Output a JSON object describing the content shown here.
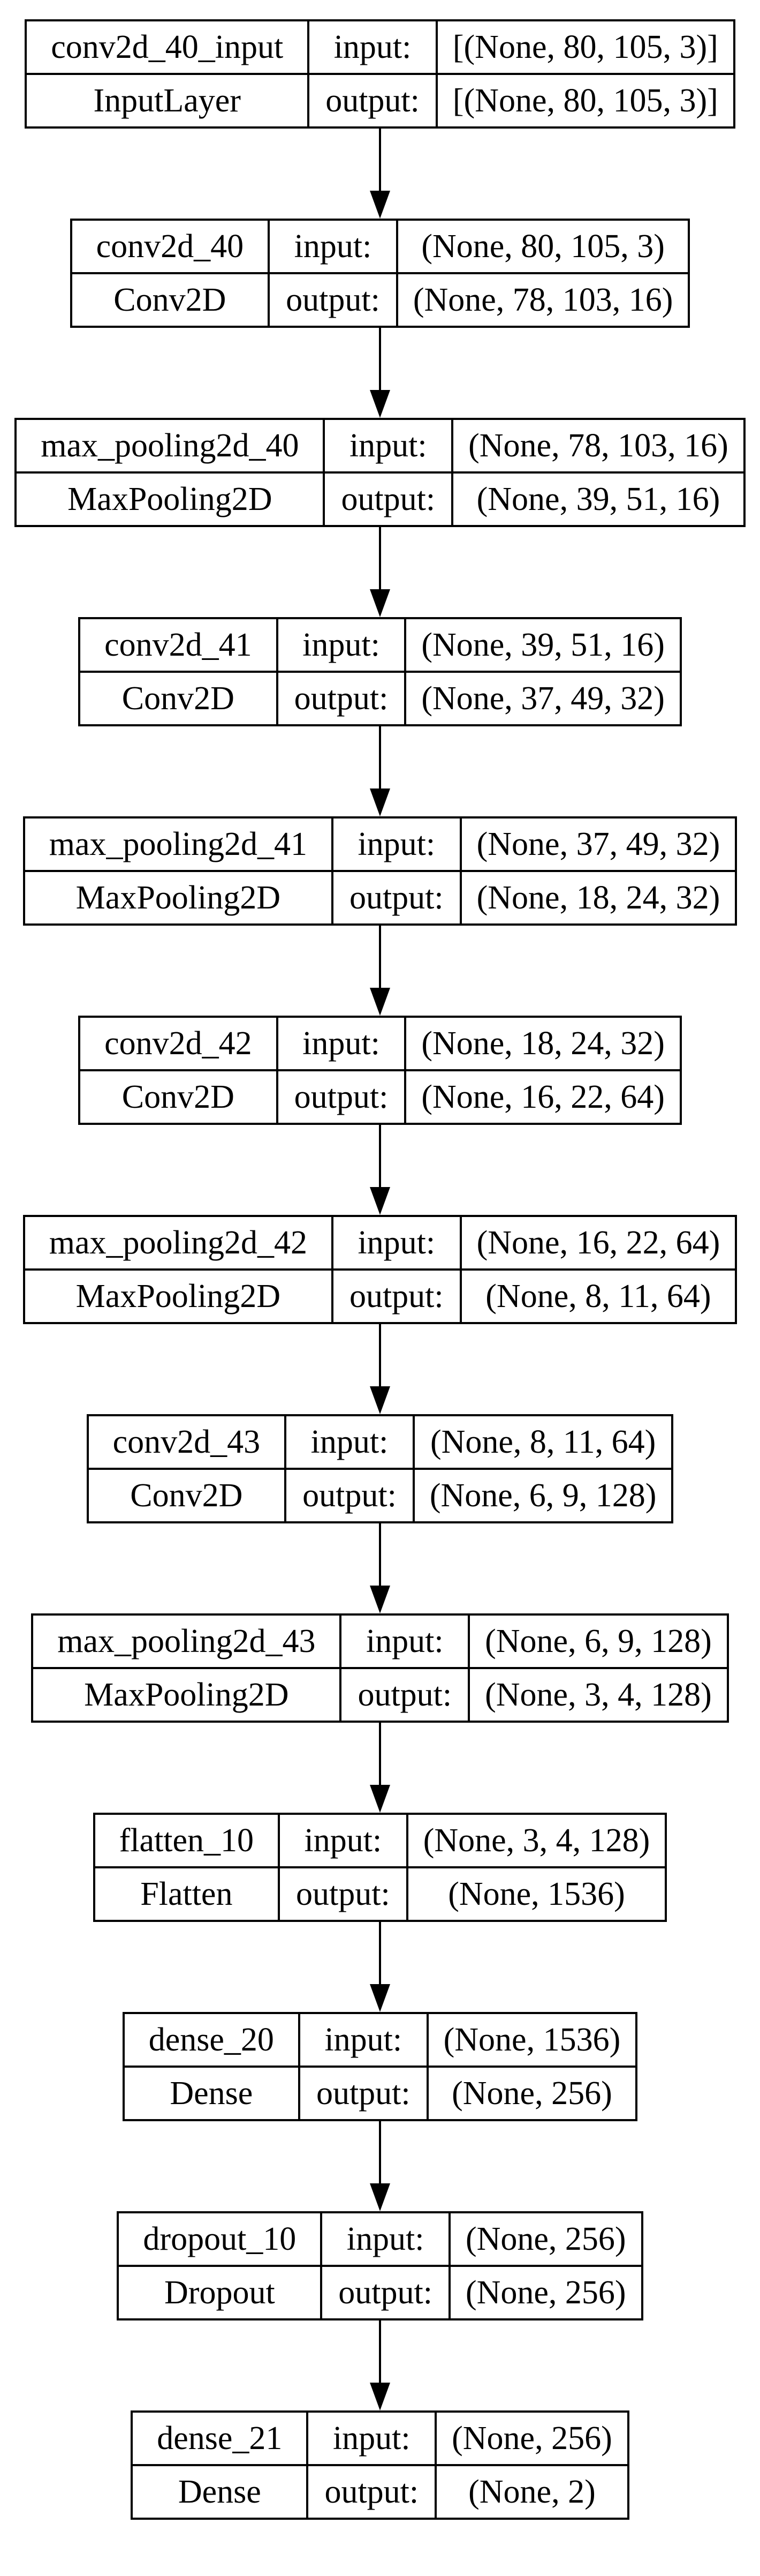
{
  "diagram": {
    "kind": "keras-model-architecture",
    "labels": {
      "input": "input:",
      "output": "output:"
    },
    "colors": {
      "border": "#000000",
      "background": "#ffffff",
      "text": "#000000"
    },
    "layers": [
      {
        "name": "conv2d_40_input",
        "type": "InputLayer",
        "input_shape": "[(None, 80, 105, 3)]",
        "output_shape": "[(None, 80, 105, 3)]"
      },
      {
        "name": "conv2d_40",
        "type": "Conv2D",
        "input_shape": "(None, 80, 105, 3)",
        "output_shape": "(None, 78, 103, 16)"
      },
      {
        "name": "max_pooling2d_40",
        "type": "MaxPooling2D",
        "input_shape": "(None, 78, 103, 16)",
        "output_shape": "(None, 39, 51, 16)"
      },
      {
        "name": "conv2d_41",
        "type": "Conv2D",
        "input_shape": "(None, 39, 51, 16)",
        "output_shape": "(None, 37, 49, 32)"
      },
      {
        "name": "max_pooling2d_41",
        "type": "MaxPooling2D",
        "input_shape": "(None, 37, 49, 32)",
        "output_shape": "(None, 18, 24, 32)"
      },
      {
        "name": "conv2d_42",
        "type": "Conv2D",
        "input_shape": "(None, 18, 24, 32)",
        "output_shape": "(None, 16, 22, 64)"
      },
      {
        "name": "max_pooling2d_42",
        "type": "MaxPooling2D",
        "input_shape": "(None, 16, 22, 64)",
        "output_shape": "(None, 8, 11, 64)"
      },
      {
        "name": "conv2d_43",
        "type": "Conv2D",
        "input_shape": "(None, 8, 11, 64)",
        "output_shape": "(None, 6, 9, 128)"
      },
      {
        "name": "max_pooling2d_43",
        "type": "MaxPooling2D",
        "input_shape": "(None, 6, 9, 128)",
        "output_shape": "(None, 3, 4, 128)"
      },
      {
        "name": "flatten_10",
        "type": "Flatten",
        "input_shape": "(None, 3, 4, 128)",
        "output_shape": "(None, 1536)"
      },
      {
        "name": "dense_20",
        "type": "Dense",
        "input_shape": "(None, 1536)",
        "output_shape": "(None, 256)"
      },
      {
        "name": "dropout_10",
        "type": "Dropout",
        "input_shape": "(None, 256)",
        "output_shape": "(None, 256)"
      },
      {
        "name": "dense_21",
        "type": "Dense",
        "input_shape": "(None, 256)",
        "output_shape": "(None, 2)"
      }
    ]
  }
}
